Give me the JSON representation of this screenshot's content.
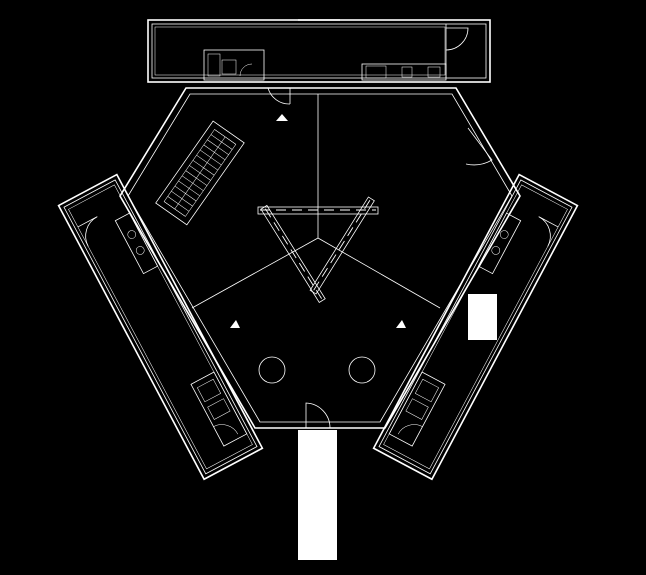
{
  "colors": {
    "background": "#000000",
    "line": "#ffffff"
  },
  "plan": {
    "view": "floor-plan",
    "units": [
      "top-container",
      "left-container",
      "right-container"
    ],
    "central_space": "hexagonal-hall",
    "features": [
      "staircase",
      "two-round-columns",
      "skylight-beams",
      "entrance-path",
      "white-block"
    ]
  }
}
